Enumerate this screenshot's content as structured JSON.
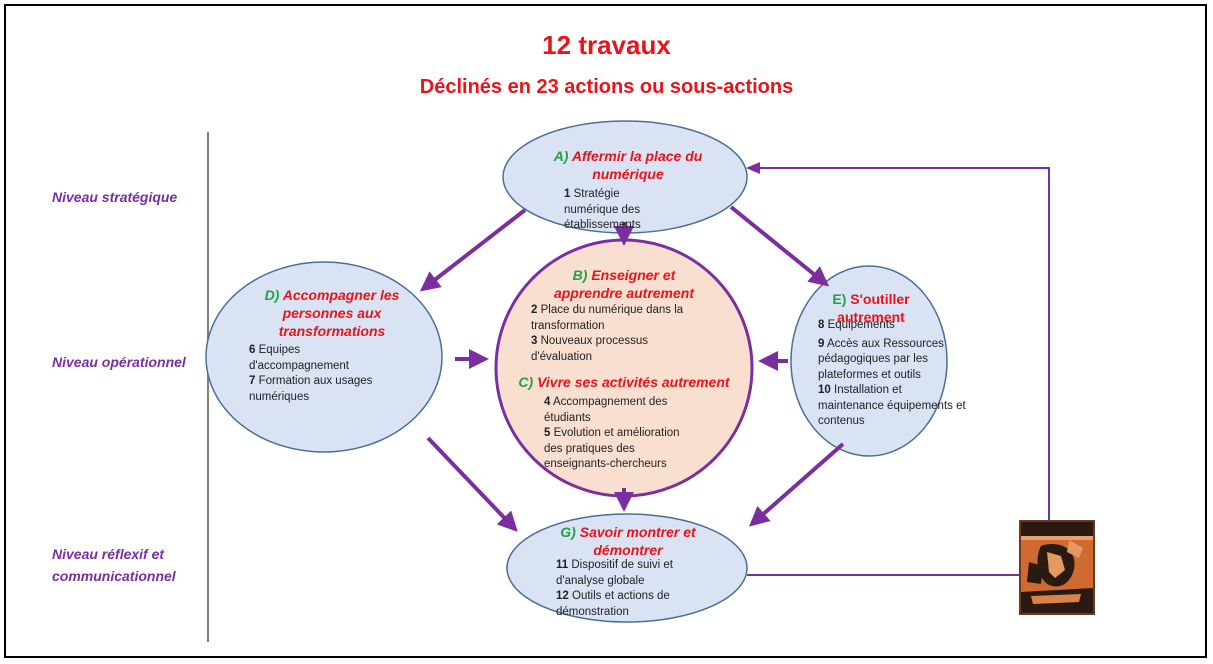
{
  "title": "12 travaux",
  "subtitle": "Déclinés en 23 actions ou sous-actions",
  "levels": {
    "strategique": "Niveau stratégique",
    "operationnel": "Niveau opérationnel",
    "reflexif_line1": "Niveau réflexif et",
    "reflexif_line2": "communicationnel"
  },
  "nodes": {
    "A": {
      "letter": "A)",
      "title_line1": "Affermir la place du",
      "title_line2": "numérique",
      "items": [
        {
          "num": "1",
          "lines": [
            "Stratégie",
            "numérique des",
            "établissements"
          ]
        }
      ]
    },
    "B": {
      "letter": "B)",
      "title_line1": "Enseigner et",
      "title_line2": "apprendre autrement",
      "items": [
        {
          "num": "2",
          "lines": [
            "Place du numérique dans la",
            "transformation"
          ]
        },
        {
          "num": "3",
          "lines": [
            "Nouveaux processus",
            "d'évaluation"
          ]
        }
      ]
    },
    "C": {
      "letter": "C)",
      "title": "Vivre ses activités autrement",
      "items": [
        {
          "num": "4",
          "lines": [
            "Accompagnement des",
            "étudiants"
          ]
        },
        {
          "num": "5",
          "lines": [
            "Evolution et amélioration",
            "des pratiques des",
            "enseignants-chercheurs"
          ]
        }
      ]
    },
    "D": {
      "letter": "D)",
      "title_line1": "Accompagner les",
      "title_line2": "personnes aux",
      "title_line3": "transformations",
      "items": [
        {
          "num": "6",
          "lines": [
            "Equipes",
            "d'accompagnement"
          ]
        },
        {
          "num": "7",
          "lines": [
            "Formation aux usages",
            "numériques"
          ]
        }
      ]
    },
    "E": {
      "letter": "E)",
      "title": "S'outiller autrement",
      "items": [
        {
          "num": "8",
          "lines": [
            "Equipements"
          ]
        },
        {
          "num": "9",
          "lines": [
            "Accès aux Ressources",
            "pédagogiques par les",
            "plateformes et outils"
          ]
        },
        {
          "num": "10",
          "lines": [
            "Installation et",
            "maintenance équipements et",
            "contenus"
          ]
        }
      ]
    },
    "G": {
      "letter": "G)",
      "title_line1": "Savoir montrer et",
      "title_line2": "démontrer",
      "items": [
        {
          "num": "11",
          "lines": [
            "Dispositif de suivi et",
            "d'analyse globale"
          ]
        },
        {
          "num": "12",
          "lines": [
            "Outils et actions de",
            "démonstration"
          ]
        }
      ]
    }
  },
  "colors": {
    "title": "#e8141b",
    "letter": "#22a046",
    "level": "#7a2ea0",
    "arrow": "#7a2ea0",
    "ellipse_fill": "#dae3f3",
    "ellipse_stroke": "#4a6f95",
    "center_fill": "#f8dfd0"
  },
  "image": {
    "icon": "greek-vase-fragment-image"
  }
}
